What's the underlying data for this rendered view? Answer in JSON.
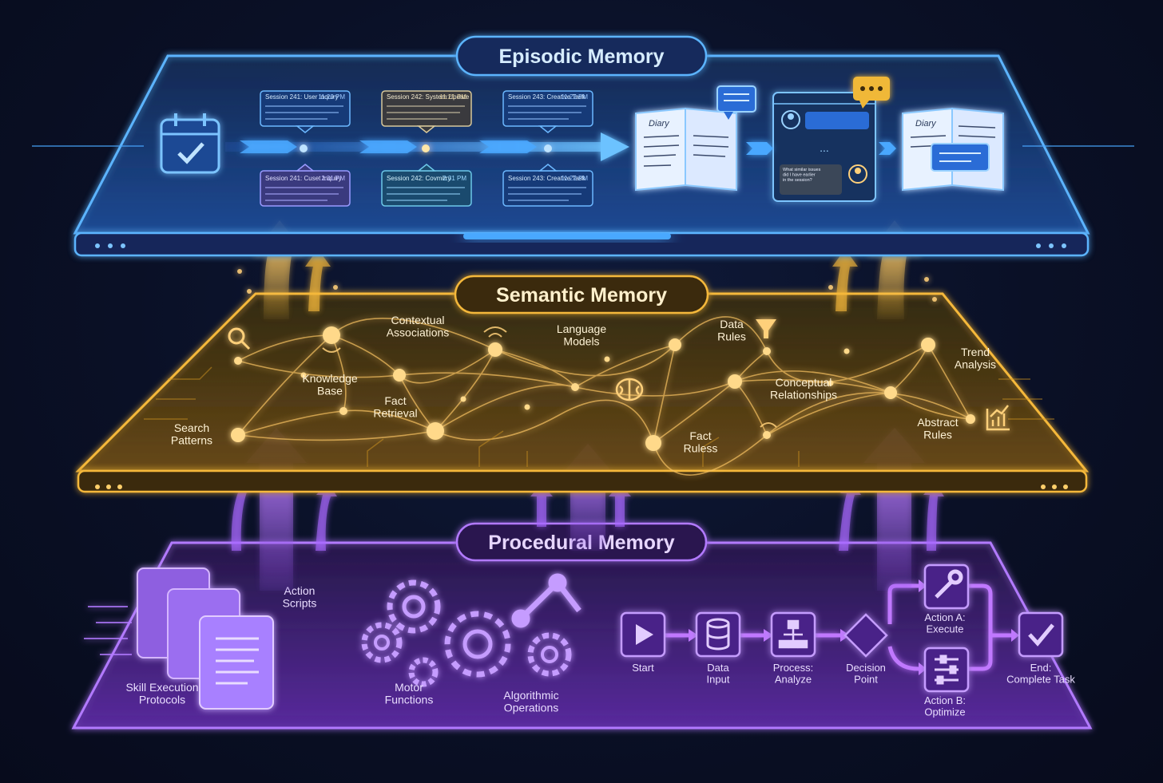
{
  "colors": {
    "background": "#0a1026",
    "episodic": "#4aa8ff",
    "semantic": "#f5b83a",
    "procedural": "#a05cf0"
  },
  "layers": {
    "episodic": {
      "title": "Episodic Memory",
      "cards_top": [
        {
          "title": "Session 241: User Inquiry",
          "time": "11:20 PM"
        },
        {
          "title": "Session 242: System Update",
          "time": "11:21 PM"
        },
        {
          "title": "Session 243: Creative Task",
          "time": "11:22 PM"
        }
      ],
      "cards_bottom": [
        {
          "title": "Session 241: Cuset Inquiry",
          "time": "2:31 PM"
        },
        {
          "title": "Session 242: Covmirry",
          "time": "2:31 PM"
        },
        {
          "title": "Session 243: Creative Task",
          "time": "11:22 PM"
        }
      ],
      "diary_label": "Diary",
      "chat_ellipsis": "...",
      "chat_question": "What similar issues did I have earlier in the session?",
      "icons": [
        "calendar-icon",
        "diary-book-icon",
        "chat-bubble-icon",
        "user-avatar-icon"
      ]
    },
    "semantic": {
      "title": "Semantic Memory",
      "labels": {
        "search_patterns": "Search\nPatterns",
        "knowledge_base": "Knowledge\nBase",
        "contextual_associations": "Contextual\nAssociations",
        "fact_retrieval": "Fact\nRetrieval",
        "language_models": "Language\nModels",
        "data_rules": "Data\nRules",
        "conceptual_relationships": "Conceptual\nRelationships",
        "fact_ruless": "Fact\nRuless",
        "trend_analysis": "Trend\nAnalysis",
        "abstract_rules": "Abstract\nRules"
      },
      "icons": [
        "search-icon",
        "brain-icon",
        "filter-icon",
        "bar-chart-icon",
        "wifi-signal-icon"
      ]
    },
    "procedural": {
      "title": "Procedural Memory",
      "labels": {
        "skill_execution": "Skill Execution\nProtocols",
        "action_scripts": "Action\nScripts",
        "motor_functions": "Motor\nFunctions",
        "algorithmic_operations": "Algorithmic\nOperations"
      },
      "flow": {
        "start": "Start",
        "data_input": "Data\nInput",
        "process": "Process:\nAnalyze",
        "decision": "Decision\nPoint",
        "action_a": "Action A:\nExecute",
        "action_b": "Action B:\nOptimize",
        "end": "End:\nComplete Task"
      },
      "icons": [
        "scroll-icon",
        "gear-icon",
        "robot-arm-icon",
        "play-icon",
        "database-icon",
        "hierarchy-icon",
        "diamond-icon",
        "wrench-icon",
        "sliders-icon",
        "checkmark-icon"
      ]
    }
  }
}
